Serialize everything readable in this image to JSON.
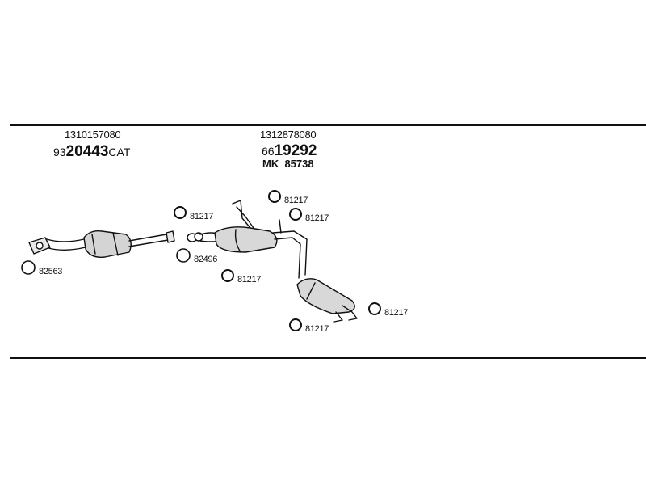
{
  "left_group": {
    "ref_number": "1310157080",
    "prefix": "93",
    "main_number": "20443",
    "suffix": "CAT"
  },
  "right_group": {
    "ref_number": "1312878080",
    "prefix": "66",
    "main_number": "19292",
    "line3": "MK  85738"
  },
  "ring_labels": {
    "a": "81217",
    "b": "81217",
    "c": "81217",
    "d": "81217",
    "e": "81217",
    "f": "81217",
    "g": "82496",
    "h": "82563"
  }
}
